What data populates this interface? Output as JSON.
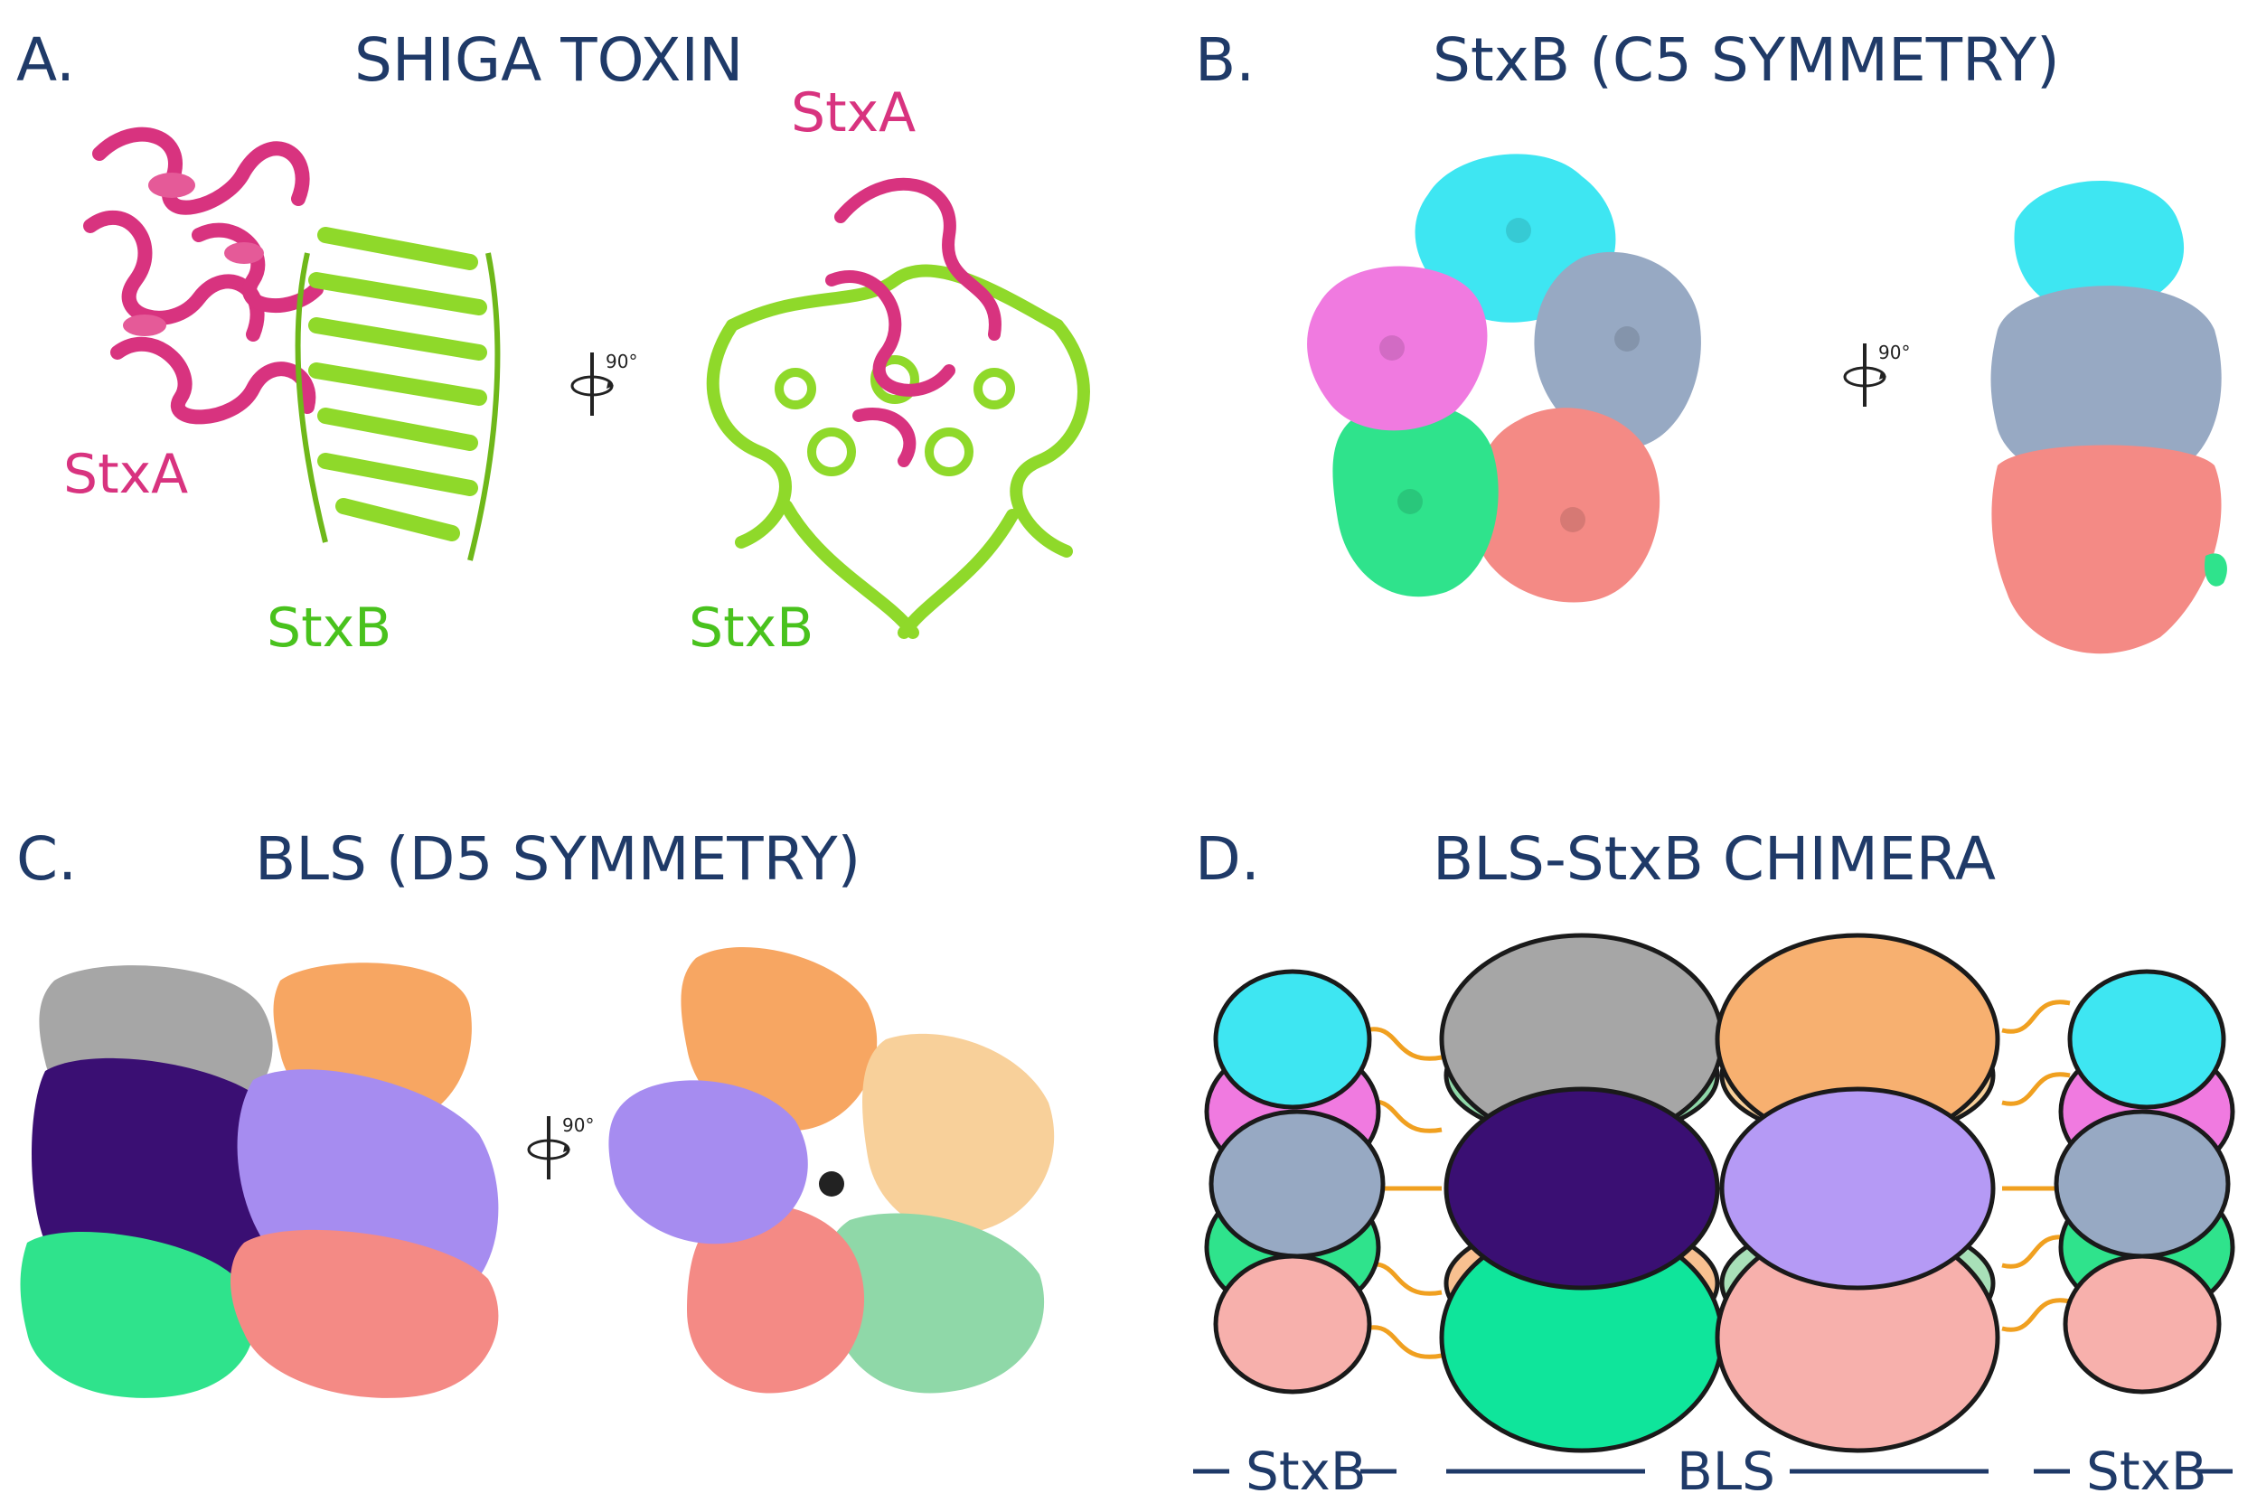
{
  "panels": {
    "a": {
      "letter": "A.",
      "title": "SHIGA TOXIN",
      "labels": {
        "stxa_left": "StxA",
        "stxb_left": "StxB",
        "stxa_right": "StxA",
        "stxb_right": "StxB"
      },
      "rotation": "90°"
    },
    "b": {
      "letter": "B.",
      "title": "StxB (C5 SYMMETRY)",
      "rotation": "90°"
    },
    "c": {
      "letter": "C.",
      "title": "BLS (D5 SYMMETRY)",
      "rotation": "90°"
    },
    "d": {
      "letter": "D.",
      "title": "BLS-StxB CHIMERA",
      "axis": {
        "left": "StxB",
        "center": "BLS",
        "right": "StxB"
      }
    }
  },
  "colors": {
    "stxa": "#d8337f",
    "stxb": "#8fd92a",
    "cyan": "#3ee6f2",
    "slate": "#97a9c3",
    "salmon": "#f48a85",
    "mint": "#2fe38c",
    "magenta": "#f07ae0",
    "gray": "#a6a6a6",
    "orange": "#f7a662",
    "indigo": "#3a0f73",
    "lavender": "#a68cf0",
    "peach": "#f8d09a",
    "seafoam": "#8fd8a8",
    "rose": "#f7b0ac",
    "linker": "#f0a020",
    "outline": "#1a1a1a"
  }
}
